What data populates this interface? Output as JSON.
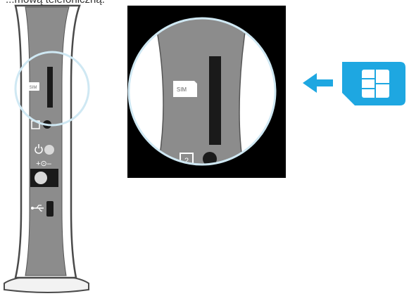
{
  "caption": "...mową telefoniczną.",
  "labels": {
    "sim_small": "SIM",
    "sim_zoom": "SIM",
    "power_symbol": "⏻",
    "dc_symbol": "+⊙–",
    "reset_number": "2"
  },
  "colors": {
    "device_body": "#8c8c8c",
    "device_outline": "#4a4a4a",
    "zoom_background": "#000000",
    "callout_ring": "#cfe8f3",
    "arrow": "#1ea7e1",
    "sim_card": "#1ea7e1"
  },
  "icons": [
    "sim-slot-icon",
    "reset-icon",
    "power-icon",
    "dc-in-icon",
    "usb-icon",
    "arrow-left-icon",
    "sim-card-icon"
  ]
}
